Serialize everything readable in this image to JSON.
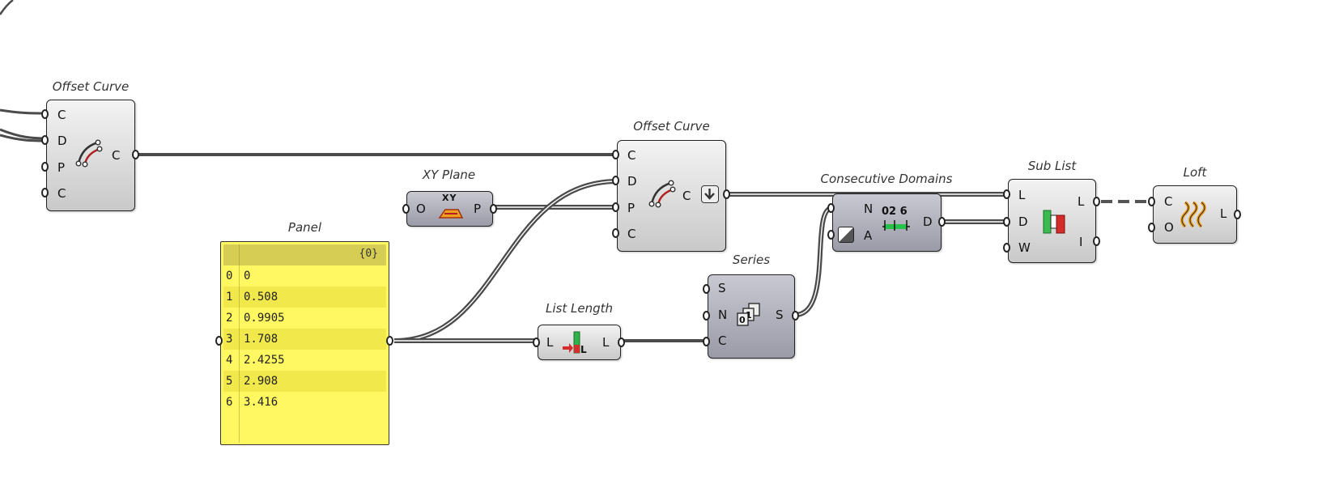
{
  "components": {
    "offset_curve_1": {
      "title": "Offset Curve",
      "inputs": [
        "C",
        "D",
        "P",
        "C"
      ],
      "outputs": [
        "C"
      ]
    },
    "xy_plane": {
      "title": "XY Plane",
      "inputs": [
        "O"
      ],
      "outputs": [
        "P"
      ],
      "icon_text": "XY"
    },
    "panel": {
      "title": "Panel",
      "path": "{0}",
      "rows": [
        {
          "index": "0",
          "value": "0"
        },
        {
          "index": "1",
          "value": "0.508"
        },
        {
          "index": "2",
          "value": "0.9905"
        },
        {
          "index": "3",
          "value": "1.708"
        },
        {
          "index": "4",
          "value": "2.4255"
        },
        {
          "index": "5",
          "value": "2.908"
        },
        {
          "index": "6",
          "value": "3.416"
        }
      ]
    },
    "offset_curve_2": {
      "title": "Offset Curve",
      "inputs": [
        "C",
        "D",
        "P",
        "C"
      ],
      "outputs": [
        "C"
      ]
    },
    "list_length": {
      "title": "List Length",
      "inputs": [
        "L"
      ],
      "outputs": [
        "L"
      ]
    },
    "series": {
      "title": "Series",
      "inputs": [
        "S",
        "N",
        "C"
      ],
      "outputs": [
        "S"
      ]
    },
    "consecutive_domains": {
      "title": "Consecutive Domains",
      "inputs": [
        "N",
        "A"
      ],
      "outputs": [
        "D"
      ],
      "icon_text": "02 6"
    },
    "sub_list": {
      "title": "Sub List",
      "inputs": [
        "L",
        "D",
        "W"
      ],
      "outputs": [
        "L",
        "I"
      ]
    },
    "loft": {
      "title": "Loft",
      "inputs": [
        "C",
        "O"
      ],
      "outputs": [
        "L"
      ]
    }
  },
  "colors": {
    "canvas": "#ffffff",
    "component_light": "#e1e1e1",
    "component_dark": "#a9a9b4",
    "panel_fill": "#fff860",
    "panel_header": "#d6ce54",
    "wire": "#4b4b4b"
  }
}
